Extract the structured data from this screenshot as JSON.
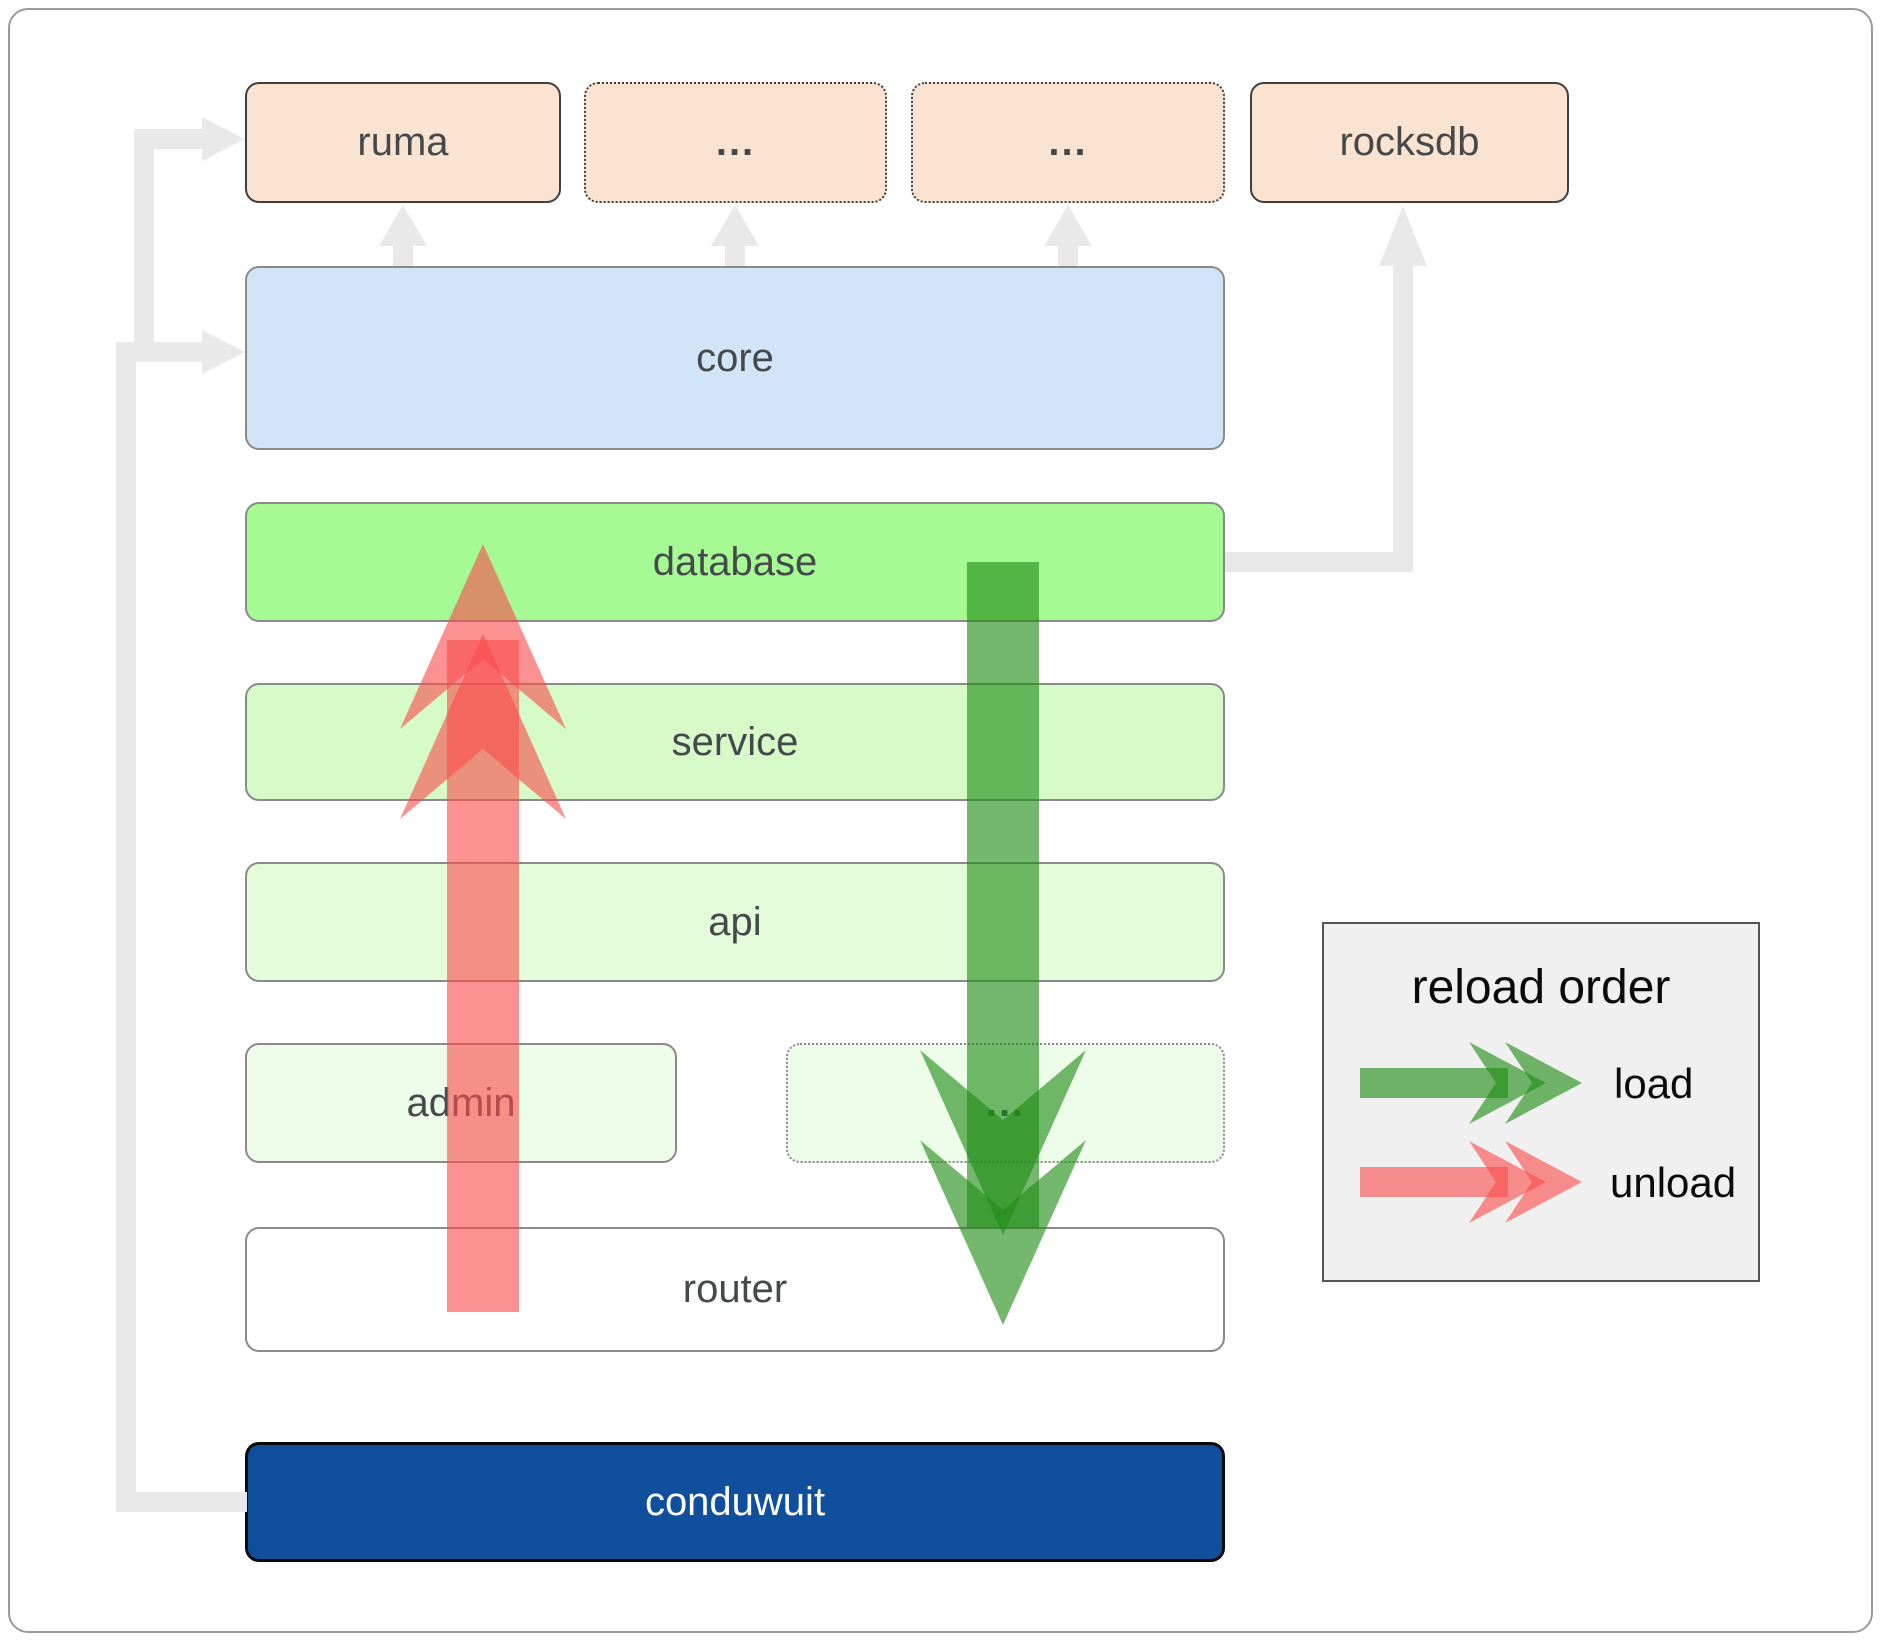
{
  "nodes": {
    "ruma": "ruma",
    "ellipsis_top_1": "...",
    "ellipsis_top_2": "...",
    "rocksdb": "rocksdb",
    "core": "core",
    "database": "database",
    "service": "service",
    "api": "api",
    "admin": "admin",
    "ellipsis_admin": "...",
    "router": "router",
    "conduwuit": "conduwuit"
  },
  "legend": {
    "title": "reload order",
    "load_label": "load",
    "unload_label": "unload"
  },
  "colors": {
    "load_arrow": "#1f8c15",
    "unload_arrow": "#f94d4d",
    "connector_color": "#e9e9e9",
    "peach_fill": "#fbe3d1",
    "core_fill": "#d2e5f8",
    "database_fill": "#a6fa94",
    "service_fill": "#d6fbc8",
    "api_fill": "#e5fcdb",
    "admin_fill": "#eefdea",
    "conduwuit_fill": "#0f4f9c",
    "legend_bg": "#f0f0f0",
    "label_color": "#45494c"
  }
}
